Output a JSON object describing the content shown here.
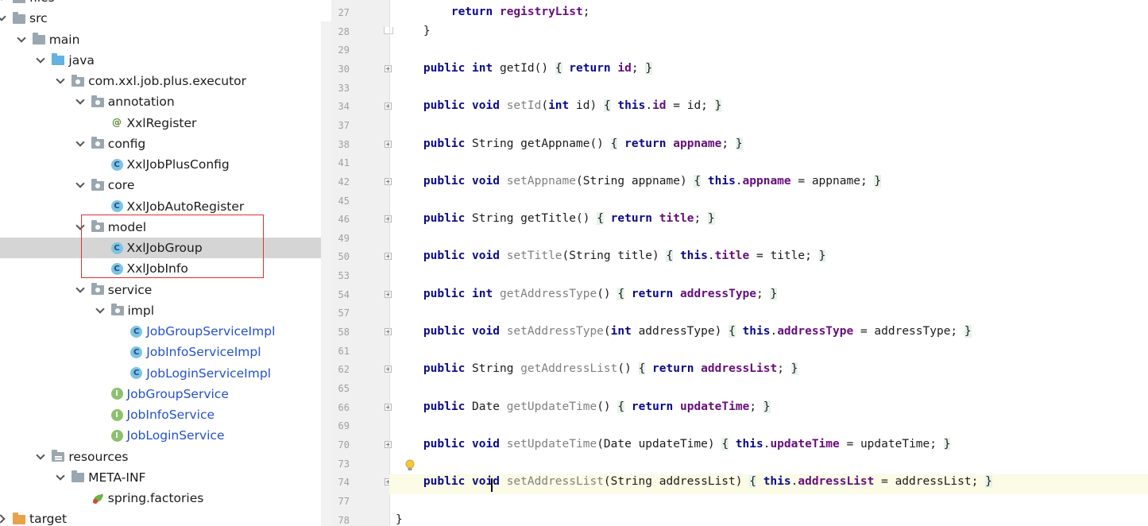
{
  "project_tree": {
    "items": [
      {
        "label": "files",
        "indent": 0,
        "expand": "open",
        "icon": "folder",
        "color": "normal"
      },
      {
        "label": "src",
        "indent": 0,
        "expand": "open",
        "icon": "folder",
        "color": "normal"
      },
      {
        "label": "main",
        "indent": 1,
        "expand": "open",
        "icon": "folder",
        "color": "normal"
      },
      {
        "label": "java",
        "indent": 2,
        "expand": "open",
        "icon": "folder-blue",
        "color": "normal"
      },
      {
        "label": "com.xxl.job.plus.executor",
        "indent": 3,
        "expand": "open",
        "icon": "package",
        "color": "normal"
      },
      {
        "label": "annotation",
        "indent": 4,
        "expand": "open",
        "icon": "package",
        "color": "normal"
      },
      {
        "label": "XxlRegister",
        "indent": 5,
        "expand": "none",
        "icon": "annotation",
        "color": "normal"
      },
      {
        "label": "config",
        "indent": 4,
        "expand": "open",
        "icon": "package",
        "color": "normal"
      },
      {
        "label": "XxlJobPlusConfig",
        "indent": 5,
        "expand": "none",
        "icon": "class",
        "color": "normal"
      },
      {
        "label": "core",
        "indent": 4,
        "expand": "open",
        "icon": "package",
        "color": "normal"
      },
      {
        "label": "XxlJobAutoRegister",
        "indent": 5,
        "expand": "none",
        "icon": "class",
        "color": "normal"
      },
      {
        "label": "model",
        "indent": 4,
        "expand": "open",
        "icon": "package",
        "color": "normal"
      },
      {
        "label": "XxlJobGroup",
        "indent": 5,
        "expand": "none",
        "icon": "class",
        "color": "normal",
        "selected": true
      },
      {
        "label": "XxlJobInfo",
        "indent": 5,
        "expand": "none",
        "icon": "class",
        "color": "normal"
      },
      {
        "label": "service",
        "indent": 4,
        "expand": "open",
        "icon": "package",
        "color": "normal"
      },
      {
        "label": "impl",
        "indent": 5,
        "expand": "open",
        "icon": "package",
        "color": "normal"
      },
      {
        "label": "JobGroupServiceImpl",
        "indent": 6,
        "expand": "none",
        "icon": "class",
        "color": "blue"
      },
      {
        "label": "JobInfoServiceImpl",
        "indent": 6,
        "expand": "none",
        "icon": "class",
        "color": "blue"
      },
      {
        "label": "JobLoginServiceImpl",
        "indent": 6,
        "expand": "none",
        "icon": "class",
        "color": "blue"
      },
      {
        "label": "JobGroupService",
        "indent": 5,
        "expand": "none",
        "icon": "interface",
        "color": "blue"
      },
      {
        "label": "JobInfoService",
        "indent": 5,
        "expand": "none",
        "icon": "interface",
        "color": "blue"
      },
      {
        "label": "JobLoginService",
        "indent": 5,
        "expand": "none",
        "icon": "interface",
        "color": "blue"
      },
      {
        "label": "resources",
        "indent": 2,
        "expand": "open",
        "icon": "folder-res",
        "color": "normal"
      },
      {
        "label": "META-INF",
        "indent": 3,
        "expand": "open",
        "icon": "folder",
        "color": "normal"
      },
      {
        "label": "spring.factories",
        "indent": 4,
        "expand": "none",
        "icon": "spring",
        "color": "normal"
      },
      {
        "label": "target",
        "indent": 0,
        "expand": "closed",
        "icon": "folder-orange",
        "color": "normal"
      }
    ]
  },
  "icon_glyphs": {
    "class": "C",
    "interface": "I",
    "annotation": "@"
  },
  "editor": {
    "lines": [
      {
        "n": "27",
        "fold": "",
        "tokens": [
          [
            "",
            "        "
          ],
          [
            "kw",
            "return"
          ],
          [
            "",
            " "
          ],
          [
            "fld",
            "registryList"
          ],
          [
            "",
            ";"
          ]
        ]
      },
      {
        "n": "28",
        "fold": "end",
        "tokens": [
          [
            "",
            "    }"
          ]
        ]
      },
      {
        "n": "29",
        "fold": "",
        "tokens": []
      },
      {
        "n": "30",
        "fold": "plus",
        "tokens": [
          [
            "",
            "    "
          ],
          [
            "kw",
            "public int"
          ],
          [
            "",
            " getId() "
          ],
          [
            "fb",
            "{"
          ],
          [
            "",
            " "
          ],
          [
            "kw",
            "return"
          ],
          [
            "",
            " "
          ],
          [
            "fld",
            "id"
          ],
          [
            "",
            ";"
          ],
          [
            "",
            " "
          ],
          [
            "fb",
            "}"
          ]
        ]
      },
      {
        "n": "33",
        "fold": "",
        "tokens": []
      },
      {
        "n": "34",
        "fold": "plus",
        "tokens": [
          [
            "",
            "    "
          ],
          [
            "kw",
            "public void"
          ],
          [
            "",
            " "
          ],
          [
            "dim",
            "setId"
          ],
          [
            "",
            "("
          ],
          [
            "kw",
            "int"
          ],
          [
            "",
            " id) "
          ],
          [
            "fb",
            "{"
          ],
          [
            "",
            " "
          ],
          [
            "kw",
            "this"
          ],
          [
            "",
            "."
          ],
          [
            "fld",
            "id"
          ],
          [
            "",
            " = id;"
          ],
          [
            "",
            " "
          ],
          [
            "fb",
            "}"
          ]
        ]
      },
      {
        "n": "37",
        "fold": "",
        "tokens": []
      },
      {
        "n": "38",
        "fold": "plus",
        "tokens": [
          [
            "",
            "    "
          ],
          [
            "kw",
            "public"
          ],
          [
            "",
            " String getAppname() "
          ],
          [
            "fb",
            "{"
          ],
          [
            "",
            " "
          ],
          [
            "kw",
            "return"
          ],
          [
            "",
            " "
          ],
          [
            "fld",
            "appname"
          ],
          [
            "",
            ";"
          ],
          [
            "",
            " "
          ],
          [
            "fb",
            "}"
          ]
        ]
      },
      {
        "n": "41",
        "fold": "",
        "tokens": []
      },
      {
        "n": "42",
        "fold": "plus",
        "tokens": [
          [
            "",
            "    "
          ],
          [
            "kw",
            "public void"
          ],
          [
            "",
            " "
          ],
          [
            "dim",
            "setAppname"
          ],
          [
            "",
            "(String appname) "
          ],
          [
            "fb",
            "{"
          ],
          [
            "",
            " "
          ],
          [
            "kw",
            "this"
          ],
          [
            "",
            "."
          ],
          [
            "fld",
            "appname"
          ],
          [
            "",
            " = appname;"
          ],
          [
            "",
            " "
          ],
          [
            "fb",
            "}"
          ]
        ]
      },
      {
        "n": "45",
        "fold": "",
        "tokens": []
      },
      {
        "n": "46",
        "fold": "plus",
        "tokens": [
          [
            "",
            "    "
          ],
          [
            "kw",
            "public"
          ],
          [
            "",
            " String getTitle() "
          ],
          [
            "fb",
            "{"
          ],
          [
            "",
            " "
          ],
          [
            "kw",
            "return"
          ],
          [
            "",
            " "
          ],
          [
            "fld",
            "title"
          ],
          [
            "",
            ";"
          ],
          [
            "",
            " "
          ],
          [
            "fb",
            "}"
          ]
        ]
      },
      {
        "n": "49",
        "fold": "",
        "tokens": []
      },
      {
        "n": "50",
        "fold": "plus",
        "tokens": [
          [
            "",
            "    "
          ],
          [
            "kw",
            "public void"
          ],
          [
            "",
            " "
          ],
          [
            "dim",
            "setTitle"
          ],
          [
            "",
            "(String title) "
          ],
          [
            "fb",
            "{"
          ],
          [
            "",
            " "
          ],
          [
            "kw",
            "this"
          ],
          [
            "",
            "."
          ],
          [
            "fld",
            "title"
          ],
          [
            "",
            " = title;"
          ],
          [
            "",
            " "
          ],
          [
            "fb",
            "}"
          ]
        ]
      },
      {
        "n": "53",
        "fold": "",
        "tokens": []
      },
      {
        "n": "54",
        "fold": "plus",
        "tokens": [
          [
            "",
            "    "
          ],
          [
            "kw",
            "public int"
          ],
          [
            "",
            " "
          ],
          [
            "dim",
            "getAddressType"
          ],
          [
            "",
            "() "
          ],
          [
            "fb",
            "{"
          ],
          [
            "",
            " "
          ],
          [
            "kw",
            "return"
          ],
          [
            "",
            " "
          ],
          [
            "fld",
            "addressType"
          ],
          [
            "",
            ";"
          ],
          [
            "",
            " "
          ],
          [
            "fb",
            "}"
          ]
        ]
      },
      {
        "n": "57",
        "fold": "",
        "tokens": []
      },
      {
        "n": "58",
        "fold": "plus",
        "tokens": [
          [
            "",
            "    "
          ],
          [
            "kw",
            "public void"
          ],
          [
            "",
            " "
          ],
          [
            "dim",
            "setAddressType"
          ],
          [
            "",
            "("
          ],
          [
            "kw",
            "int"
          ],
          [
            "",
            " addressType) "
          ],
          [
            "fb",
            "{"
          ],
          [
            "",
            " "
          ],
          [
            "kw",
            "this"
          ],
          [
            "",
            "."
          ],
          [
            "fld",
            "addressType"
          ],
          [
            "",
            " = addressType;"
          ],
          [
            "",
            " "
          ],
          [
            "fb",
            "}"
          ]
        ]
      },
      {
        "n": "61",
        "fold": "",
        "tokens": []
      },
      {
        "n": "62",
        "fold": "plus",
        "tokens": [
          [
            "",
            "    "
          ],
          [
            "kw",
            "public"
          ],
          [
            "",
            " String "
          ],
          [
            "dim",
            "getAddressList"
          ],
          [
            "",
            "() "
          ],
          [
            "fb",
            "{"
          ],
          [
            "",
            " "
          ],
          [
            "kw",
            "return"
          ],
          [
            "",
            " "
          ],
          [
            "fld",
            "addressList"
          ],
          [
            "",
            ";"
          ],
          [
            "",
            " "
          ],
          [
            "fb",
            "}"
          ]
        ]
      },
      {
        "n": "65",
        "fold": "",
        "tokens": []
      },
      {
        "n": "66",
        "fold": "plus",
        "tokens": [
          [
            "",
            "    "
          ],
          [
            "kw",
            "public"
          ],
          [
            "",
            " Date "
          ],
          [
            "dim",
            "getUpdateTime"
          ],
          [
            "",
            "() "
          ],
          [
            "fb",
            "{"
          ],
          [
            "",
            " "
          ],
          [
            "kw",
            "return"
          ],
          [
            "",
            " "
          ],
          [
            "fld",
            "updateTime"
          ],
          [
            "",
            ";"
          ],
          [
            "",
            " "
          ],
          [
            "fb",
            "}"
          ]
        ]
      },
      {
        "n": "69",
        "fold": "",
        "tokens": []
      },
      {
        "n": "70",
        "fold": "plus",
        "tokens": [
          [
            "",
            "    "
          ],
          [
            "kw",
            "public void"
          ],
          [
            "",
            " "
          ],
          [
            "dim",
            "setUpdateTime"
          ],
          [
            "",
            "(Date updateTime) "
          ],
          [
            "fb",
            "{"
          ],
          [
            "",
            " "
          ],
          [
            "kw",
            "this"
          ],
          [
            "",
            "."
          ],
          [
            "fld",
            "updateTime"
          ],
          [
            "",
            " = updateTime;"
          ],
          [
            "",
            " "
          ],
          [
            "fb",
            "}"
          ]
        ]
      },
      {
        "n": "73",
        "fold": "",
        "tokens": []
      },
      {
        "n": "74",
        "fold": "plus",
        "tokens": [
          [
            "",
            "    "
          ],
          [
            "kw",
            "public void"
          ],
          [
            "",
            " "
          ],
          [
            "dim",
            "setAddressList"
          ],
          [
            "",
            "(String addressList) "
          ],
          [
            "fb",
            "{"
          ],
          [
            "",
            " "
          ],
          [
            "kw",
            "this"
          ],
          [
            "",
            "."
          ],
          [
            "fld",
            "addressList"
          ],
          [
            "",
            " = addressList;"
          ],
          [
            "",
            " "
          ],
          [
            "fb",
            "}"
          ]
        ]
      },
      {
        "n": "77",
        "fold": "",
        "tokens": []
      },
      {
        "n": "78",
        "fold": "",
        "tokens": [
          [
            "",
            "}"
          ]
        ]
      }
    ]
  },
  "colors": {
    "keyword": "#0a0a8c",
    "field": "#660e7a",
    "selection": "#d5d5d5",
    "highlight_box": "#e03131"
  }
}
